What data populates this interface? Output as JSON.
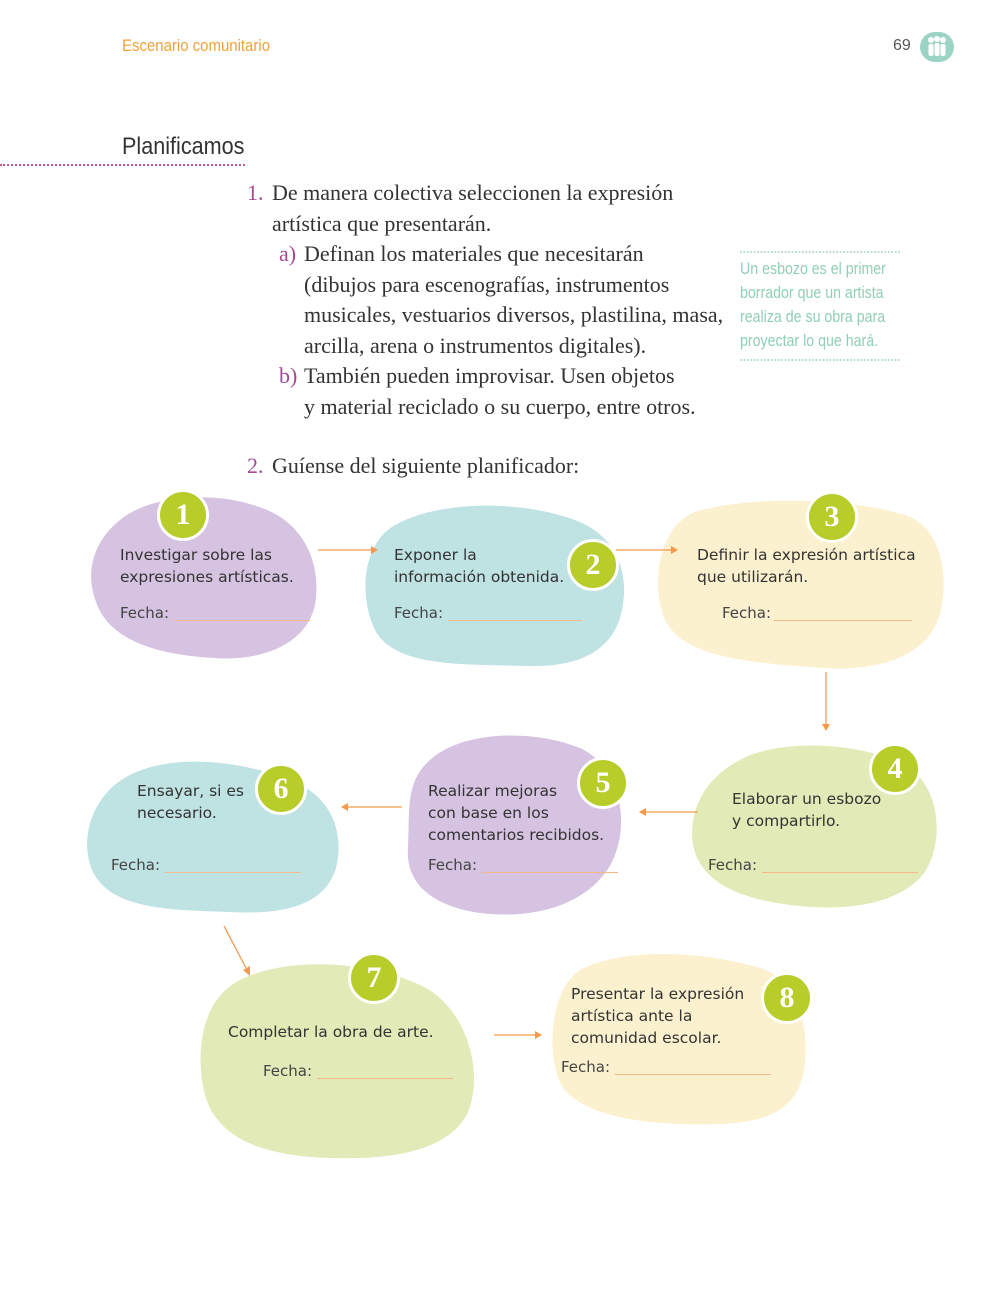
{
  "header": {
    "section_name": "Escenario comunitario",
    "page_number": "69",
    "icon": "community-people-icon"
  },
  "section_title": "Planificamos",
  "instructions": {
    "item1": {
      "number": "1.",
      "lines": [
        "De manera colectiva seleccionen la expresión",
        "artística que presentarán."
      ],
      "sub_a": {
        "marker": "a)",
        "lines": [
          "Definan los materiales que necesitarán",
          "(dibujos para escenografías, instrumentos",
          "musicales, vestuarios diversos, plastilina, masa,",
          "arcilla, arena o instrumentos digitales)."
        ]
      },
      "sub_b": {
        "marker": "b)",
        "lines": [
          "También pueden improvisar. Usen objetos",
          "y material reciclado o su cuerpo, entre otros."
        ]
      }
    },
    "item2": {
      "number": "2.",
      "text": "Guíense del siguiente planificador:"
    }
  },
  "sidebar_note": {
    "lines": [
      "Un esbozo es el primer",
      "borrador que un artista",
      "realiza de su obra para",
      "proyectar lo que hará."
    ]
  },
  "planner": {
    "fecha_label": "Fecha:",
    "colors": {
      "purple": "#d6c3e1",
      "teal": "#bfe2e3",
      "yellow": "#fcf1cf",
      "green": "#e2eab7",
      "badge": "#b8cc2a",
      "arrow": "#f29a4a"
    },
    "steps": [
      {
        "number": "1",
        "lines": [
          "Investigar sobre las",
          "expresiones artísticas."
        ]
      },
      {
        "number": "2",
        "lines": [
          "Exponer la",
          "información obtenida."
        ]
      },
      {
        "number": "3",
        "lines": [
          "Definir la expresión artística",
          "que utilizarán."
        ]
      },
      {
        "number": "4",
        "lines": [
          "Elaborar un esbozo",
          "y compartirlo."
        ]
      },
      {
        "number": "5",
        "lines": [
          "Realizar mejoras",
          "con base en los",
          "comentarios recibidos."
        ]
      },
      {
        "number": "6",
        "lines": [
          "Ensayar, si es",
          "necesario."
        ]
      },
      {
        "number": "7",
        "lines": [
          "Completar la obra de arte."
        ]
      },
      {
        "number": "8",
        "lines": [
          "Presentar la expresión",
          "artística ante la",
          "comunidad escolar."
        ]
      }
    ]
  }
}
